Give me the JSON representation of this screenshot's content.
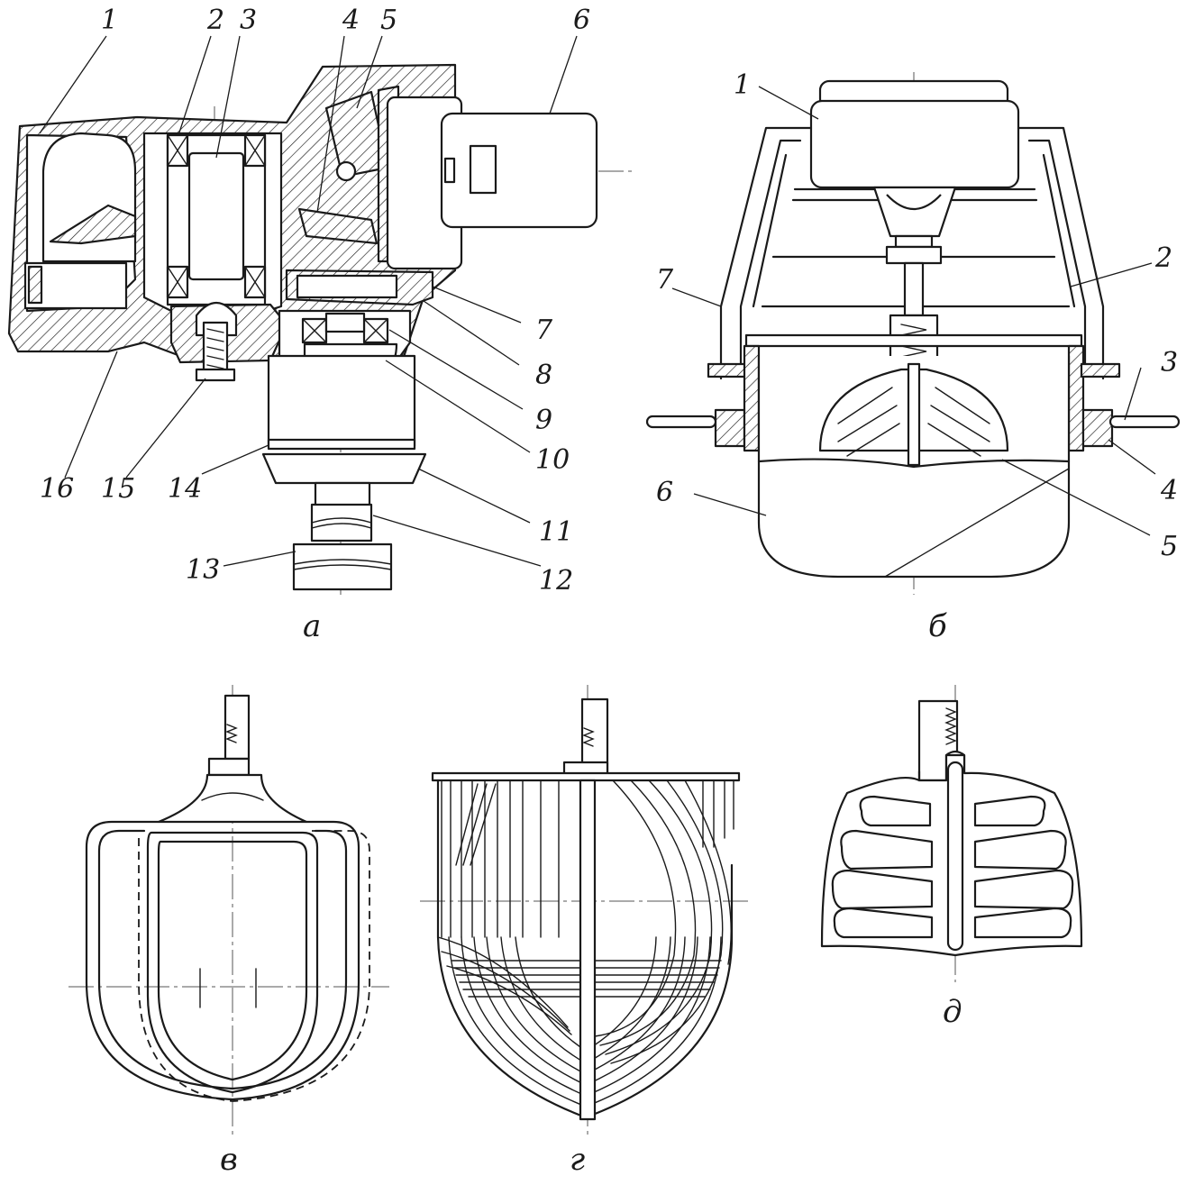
{
  "figure": {
    "captions": {
      "a": "а",
      "b": "б",
      "v": "в",
      "g": "г",
      "d": "д"
    },
    "view_a_labels": [
      "1",
      "2",
      "3",
      "4",
      "5",
      "6",
      "7",
      "8",
      "9",
      "10",
      "11",
      "12",
      "13",
      "14",
      "15",
      "16"
    ],
    "view_b_labels": [
      "1",
      "2",
      "3",
      "4",
      "5",
      "6",
      "7"
    ]
  }
}
